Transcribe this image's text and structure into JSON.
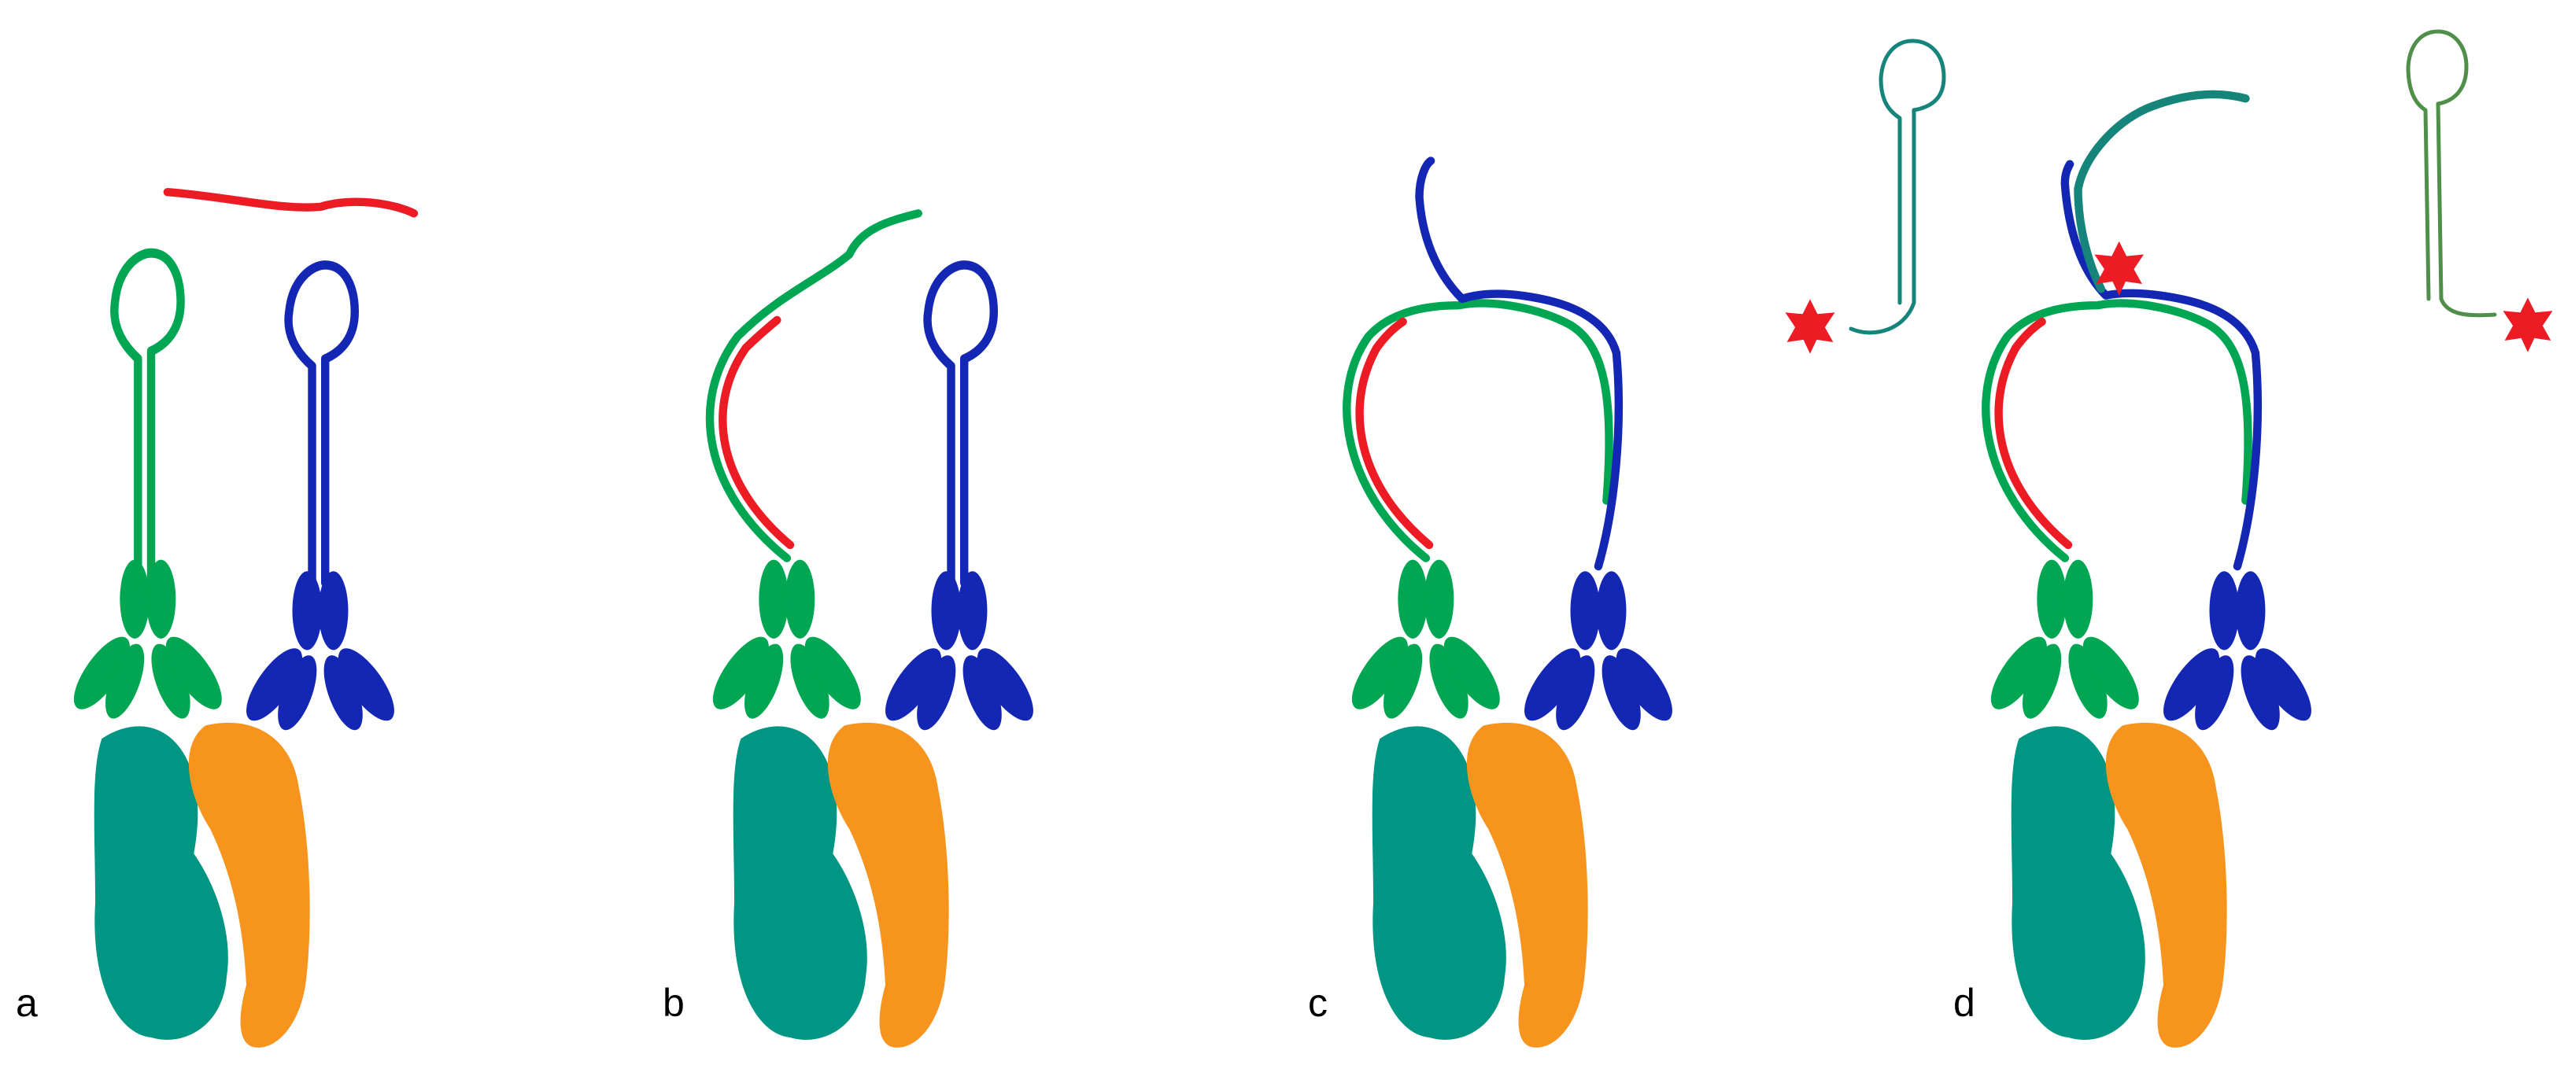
{
  "panels": [
    {
      "label": "a"
    },
    {
      "label": "b"
    },
    {
      "label": "c"
    },
    {
      "label": "d"
    }
  ],
  "colors": {
    "green_strand": "#00a651",
    "blue_strand": "#1426b4",
    "red_strand": "#ed1c24",
    "teal_cell": "#009683",
    "orange_cell": "#f7941d",
    "teal_probe": "#15847a",
    "olive_probe": "#4f8f4a",
    "star": "#ed1c24"
  }
}
